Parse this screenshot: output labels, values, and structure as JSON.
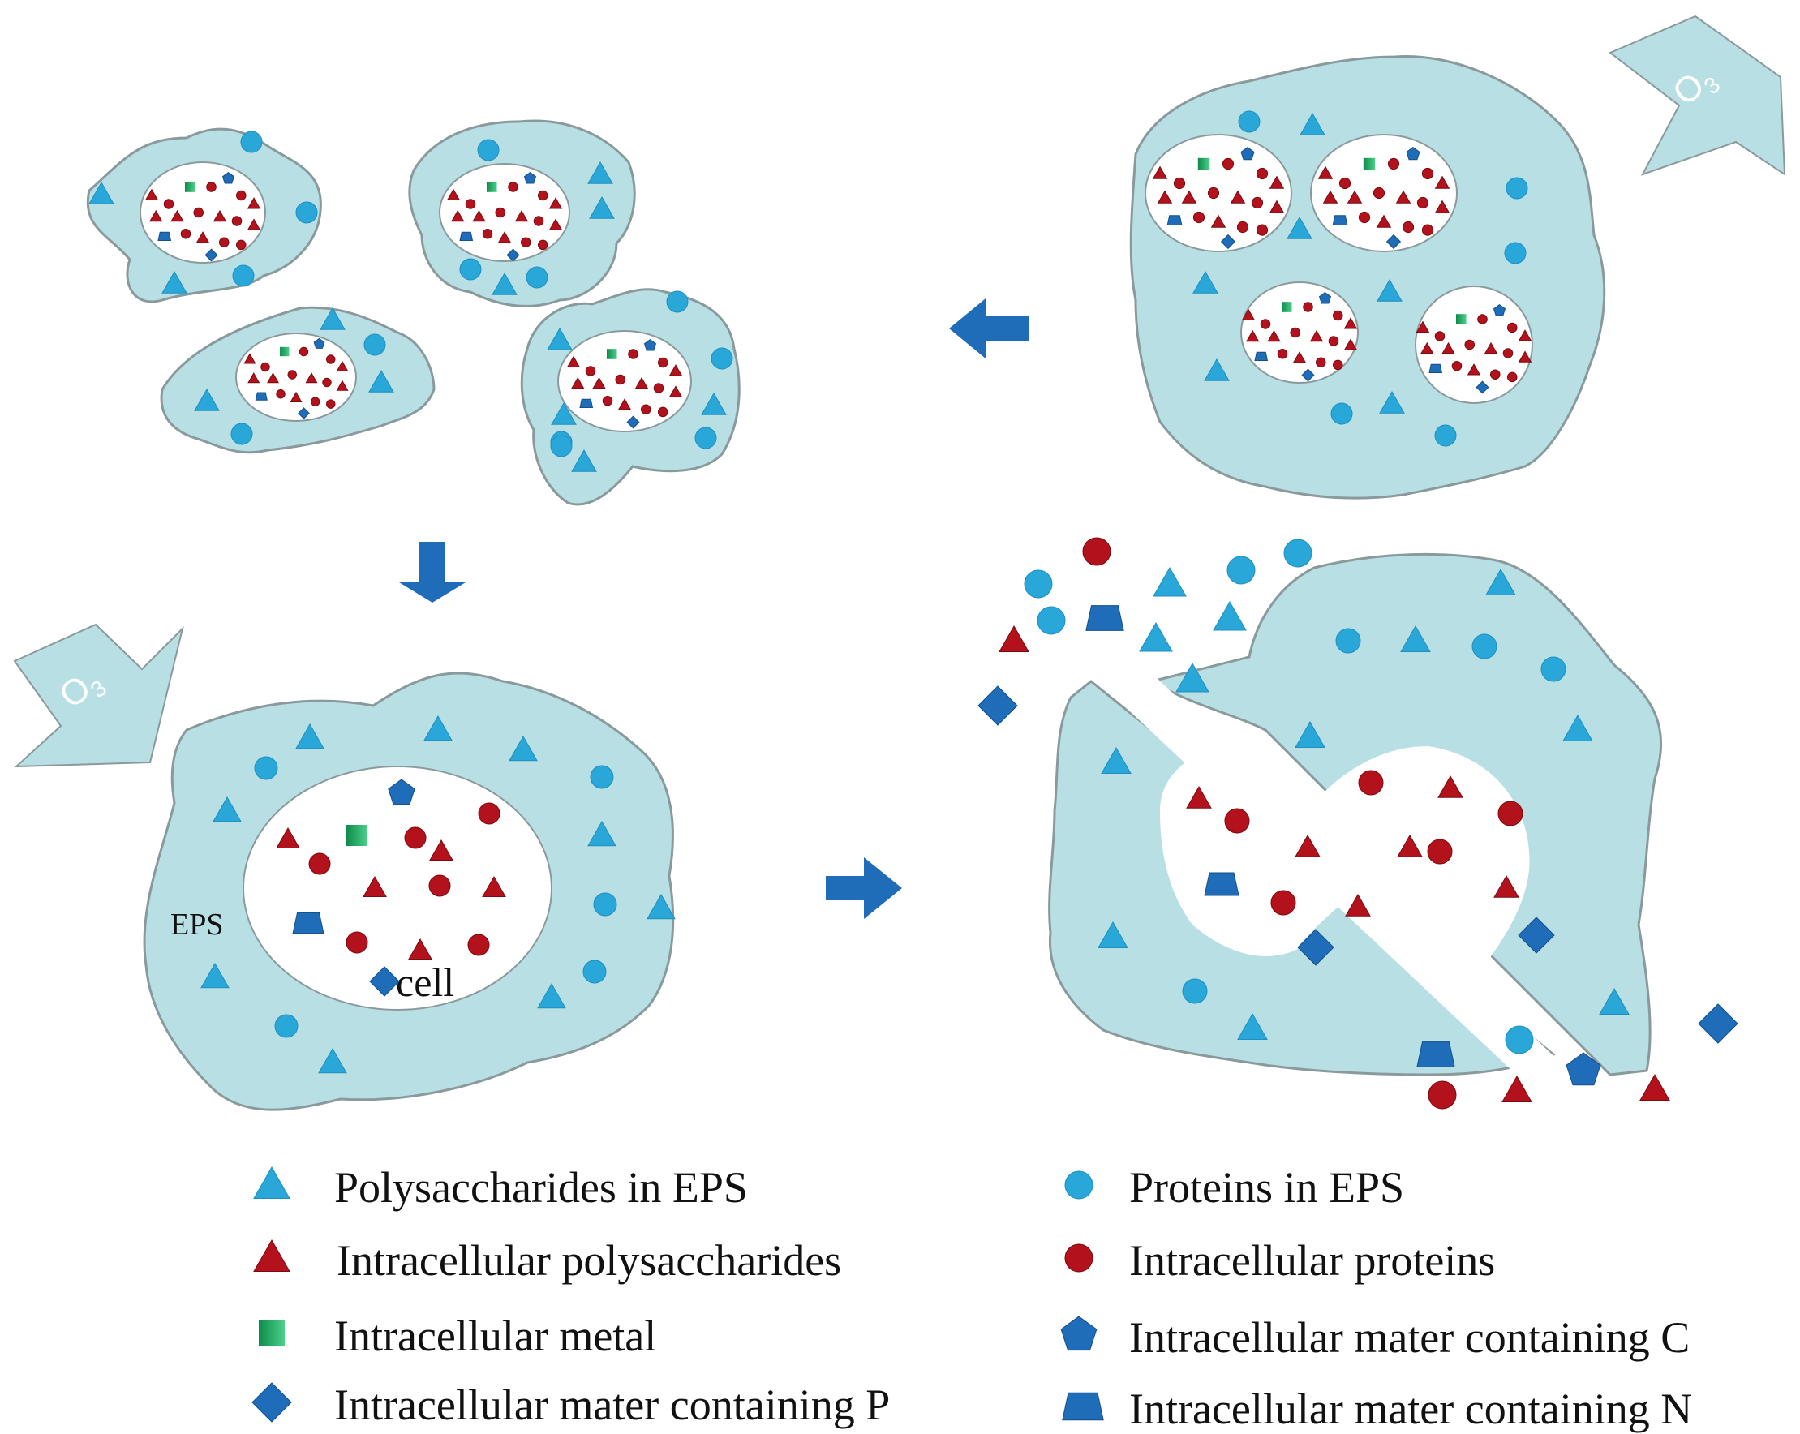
{
  "labels": {
    "eps": "EPS",
    "cell": "cell",
    "ozone": "O",
    "ozone_sub": "3"
  },
  "legend": [
    {
      "shape": "triangle",
      "color": "#2aa7d9",
      "label": "Polysaccharides in EPS"
    },
    {
      "shape": "triangle",
      "color": "#b3121c",
      "label": "Intracellular polysaccharides"
    },
    {
      "shape": "square",
      "color": "#1aa361",
      "label": "Intracellular metal"
    },
    {
      "shape": "diamond",
      "color": "#1f6cb8",
      "label": "Intracellular mater containing P"
    },
    {
      "shape": "circle",
      "color": "#2aa7d9",
      "label": "Proteins in EPS"
    },
    {
      "shape": "circle",
      "color": "#b3121c",
      "label": "Intracellular proteins"
    },
    {
      "shape": "pentagon",
      "color": "#1f6cb8",
      "label": "Intracellular mater containing C"
    },
    {
      "shape": "trapezoid",
      "color": "#1f6cb8",
      "label": "Intracellular mater containing N"
    }
  ],
  "colors": {
    "eps_fill": "#b8dfe3",
    "eps_stroke": "#8a9a9c",
    "arrow": "#1f6cb8",
    "o3_arrow": "#b8dfe3"
  }
}
